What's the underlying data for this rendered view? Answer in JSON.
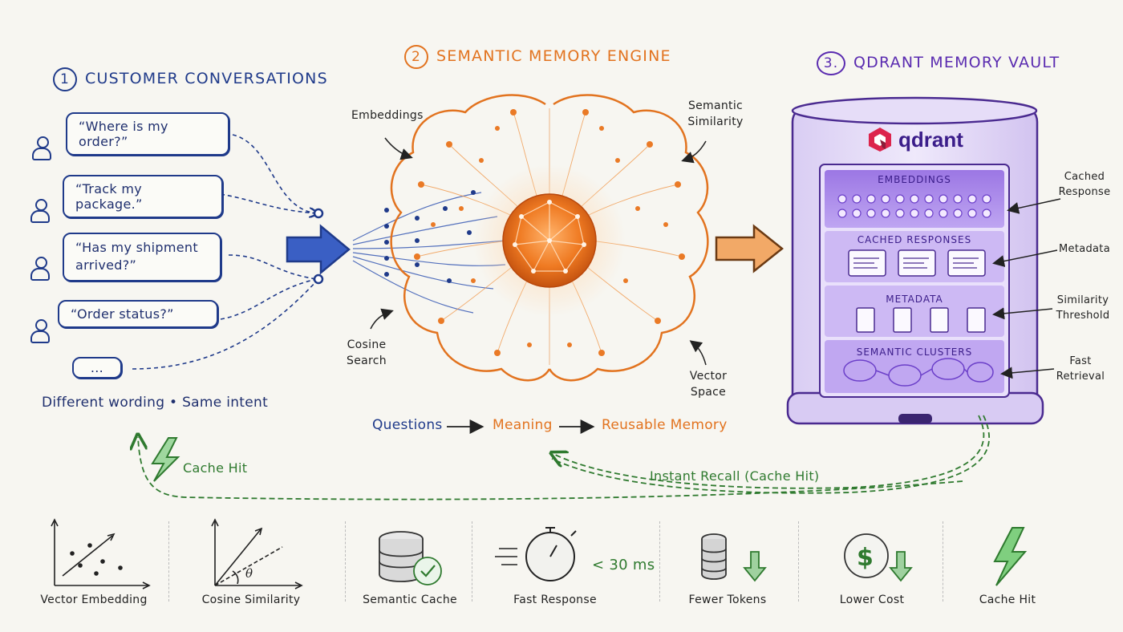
{
  "section1": {
    "number": "1",
    "title": "CUSTOMER CONVERSATIONS",
    "bubbles": [
      "“Where is my order?”",
      "“Track my package.”",
      "“Has my shipment arrived?”",
      "“Order status?”",
      "..."
    ],
    "caption": "Different wording • Same intent"
  },
  "section2": {
    "number": "2",
    "title": "SEMANTIC MEMORY ENGINE",
    "labels": {
      "embeddings": "Embeddings",
      "semantic_similarity": "Semantic Similarity",
      "cosine_search": "Cosine Search",
      "vector_space": "Vector Space"
    },
    "flow": [
      "Questions",
      "Meaning",
      "Reusable Memory"
    ]
  },
  "section3": {
    "number": "3.",
    "title": "QDRANT MEMORY VAULT",
    "logo_text": "qdrant",
    "shelves": [
      "EMBEDDINGS",
      "CACHED RESPONSES",
      "METADATA",
      "SEMANTIC CLUSTERS"
    ],
    "side_labels": [
      "Cached Response",
      "Metadata",
      "Similarity Threshold",
      "Fast Retrieval"
    ]
  },
  "feedback": {
    "instant_recall": "Instant Recall (Cache Hit)",
    "cache_hit": "Cache Hit"
  },
  "bottom_icons": [
    {
      "label": "Vector Embedding",
      "icon": "vector-embedding-icon"
    },
    {
      "label": "Cosine Similarity",
      "icon": "cosine-similarity-icon"
    },
    {
      "label": "Semantic Cache",
      "icon": "semantic-cache-icon"
    },
    {
      "label": "Fast Response",
      "icon": "stopwatch-icon",
      "extra": "< 30 ms"
    },
    {
      "label": "Fewer Tokens",
      "icon": "fewer-tokens-icon"
    },
    {
      "label": "Lower Cost",
      "icon": "lower-cost-icon"
    },
    {
      "label": "Cache Hit",
      "icon": "lightning-icon"
    }
  ],
  "colors": {
    "blue": "#1f3a8a",
    "orange": "#e2731f",
    "purple": "#5a2bb0",
    "green": "#2f7a2f"
  }
}
